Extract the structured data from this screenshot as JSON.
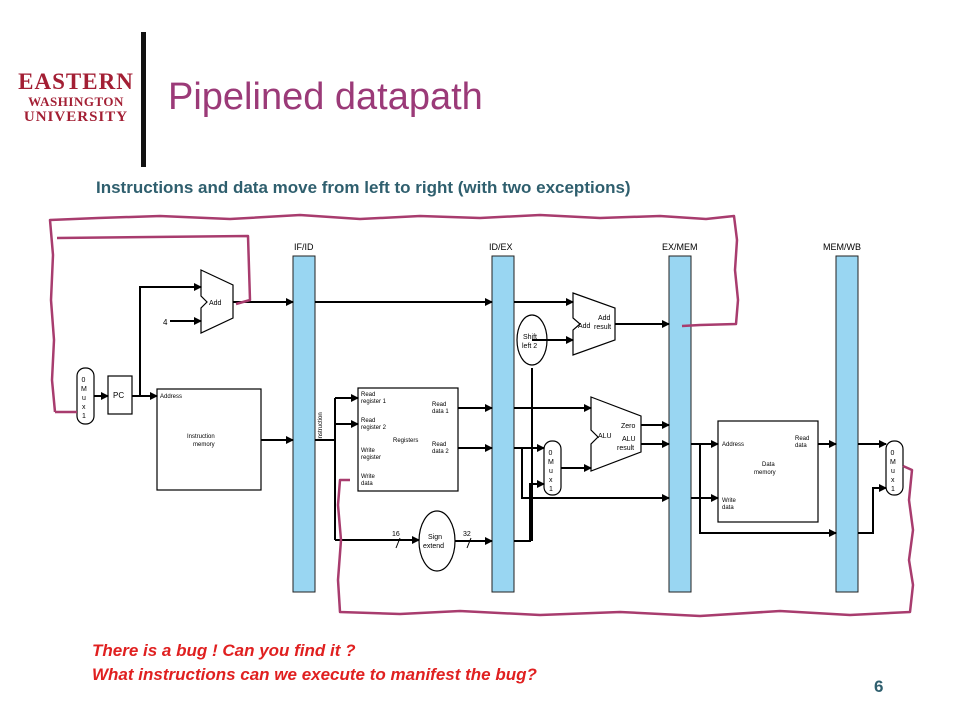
{
  "logo": {
    "line1": "EASTERN",
    "line2": "WASHINGTON",
    "line3": "UNIVERSITY"
  },
  "title": "Pipelined datapath",
  "subtitle": "Instructions and data move from left to right (with two exceptions)",
  "diagram": {
    "registers": {
      "ifid": "IF/ID",
      "idex": "ID/EX",
      "exmem": "EX/MEM",
      "memwb": "MEM/WB"
    },
    "labels": {
      "add": "Add",
      "four": "4",
      "pc": "PC",
      "address": "Address",
      "imem1": "Instruction",
      "imem2": "memory",
      "instruction": "Instruction",
      "read_reg1_a": "Read",
      "read_reg1_b": "register 1",
      "read_reg2_a": "Read",
      "read_reg2_b": "register 2",
      "registers": "Registers",
      "write_reg_a": "Write",
      "write_reg_b": "register",
      "write_data_a": "Write",
      "write_data_b": "data",
      "read_data1_a": "Read",
      "read_data1_b": "data 1",
      "read_data2_a": "Read",
      "read_data2_b": "data 2",
      "shift_a": "Shift",
      "shift_b": "left 2",
      "add2": "Add",
      "add_result_a": "Add",
      "add_result_b": "result",
      "alu": "ALU",
      "zero": "Zero",
      "alu_result_a": "ALU",
      "alu_result_b": "result",
      "sign_a": "Sign",
      "sign_b": "extend",
      "bits16": "16",
      "bits32": "32",
      "dmem_address": "Address",
      "dmem1": "Data",
      "dmem2": "memory",
      "dmem_read_a": "Read",
      "dmem_read_b": "data",
      "dmem_write_a": "Write",
      "dmem_write_b": "data",
      "mux": [
        "0",
        "M",
        "u",
        "x",
        "1"
      ]
    }
  },
  "question1": "There is a bug ! Can you find it ?",
  "question2": "What instructions can we execute to manifest the bug?",
  "page_number": "6",
  "colors": {
    "title": "#9b3a78",
    "subtitle": "#2f5f6e",
    "pipeline_register": "#99d6f2",
    "feedback_path": "#a83c6e",
    "question": "#e02020"
  }
}
